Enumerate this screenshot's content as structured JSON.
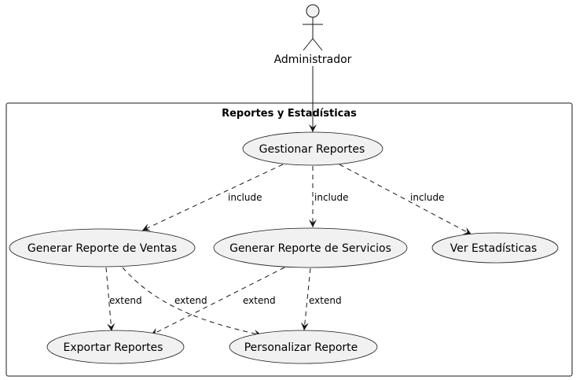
{
  "actor": {
    "name": "Administrador"
  },
  "system": {
    "title": "Reportes y Estadísticas"
  },
  "use_cases": {
    "gestionar": "Gestionar Reportes",
    "ventas": "Generar Reporte de Ventas",
    "servicios": "Generar Reporte de Servicios",
    "estadisticas": "Ver Estadísticas",
    "exportar": "Exportar Reportes",
    "personalizar": "Personalizar Reporte"
  },
  "relations": {
    "include_1": "include",
    "include_2": "include",
    "include_3": "include",
    "extend_1": "extend",
    "extend_2": "extend",
    "extend_3": "extend",
    "extend_4": "extend"
  },
  "colors": {
    "usecase_fill": "#f1f1f1",
    "stroke": "#181818"
  }
}
